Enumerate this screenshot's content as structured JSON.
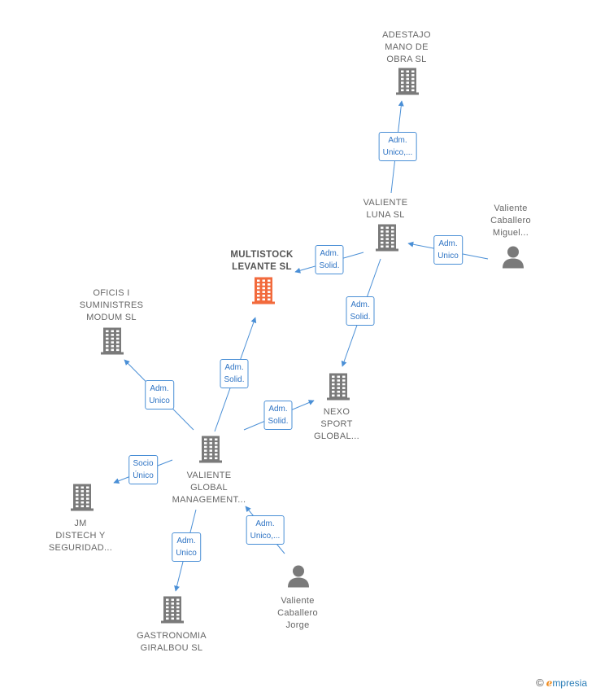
{
  "nodes": {
    "adestajo": {
      "label": "ADESTAJO\nMANO DE\nOBRA  SL",
      "kind": "company"
    },
    "valiente_luna": {
      "label": "VALIENTE\nLUNA  SL",
      "kind": "company"
    },
    "miguel": {
      "label": "Valiente\nCaballero\nMiguel...",
      "kind": "person"
    },
    "multistock": {
      "label": "MULTISTOCK\nLEVANTE  SL",
      "kind": "company-main"
    },
    "oficis": {
      "label": "OFICIS I\nSUMINISTRES\nMODUM  SL",
      "kind": "company"
    },
    "nexo": {
      "label": "NEXO\nSPORT\nGLOBAL...",
      "kind": "company"
    },
    "vgm": {
      "label": "VALIENTE\nGLOBAL\nMANAGEMENT...",
      "kind": "company"
    },
    "jm": {
      "label": "JM\nDISTECH Y\nSEGURIDAD...",
      "kind": "company"
    },
    "gastronomia": {
      "label": "GASTRONOMIA\nGIRALBOU  SL",
      "kind": "company"
    },
    "jorge": {
      "label": "Valiente\nCaballero\nJorge",
      "kind": "person"
    }
  },
  "edges": [
    {
      "from": "valiente_luna",
      "to": "adestajo",
      "label": "Adm.\nUnico,..."
    },
    {
      "from": "miguel",
      "to": "valiente_luna",
      "label": "Adm.\nUnico"
    },
    {
      "from": "valiente_luna",
      "to": "multistock",
      "label": "Adm.\nSolid."
    },
    {
      "from": "valiente_luna",
      "to": "nexo",
      "label": "Adm.\nSolid."
    },
    {
      "from": "vgm",
      "to": "multistock",
      "label": "Adm.\nSolid."
    },
    {
      "from": "vgm",
      "to": "oficis",
      "label": "Adm.\nUnico"
    },
    {
      "from": "vgm",
      "to": "nexo",
      "label": "Adm.\nSolid."
    },
    {
      "from": "vgm",
      "to": "jm",
      "label": "Socio\nÚnico"
    },
    {
      "from": "vgm",
      "to": "gastronomia",
      "label": "Adm.\nUnico"
    },
    {
      "from": "jorge",
      "to": "vgm",
      "label": "Adm.\nUnico,..."
    }
  ],
  "colors": {
    "company": "#7a7a7a",
    "main": "#f26a3c",
    "edge": "#4a8fd6",
    "person": "#7a7a7a"
  },
  "brand": {
    "copyright": "©",
    "initial": "e",
    "name": "mpresia"
  }
}
